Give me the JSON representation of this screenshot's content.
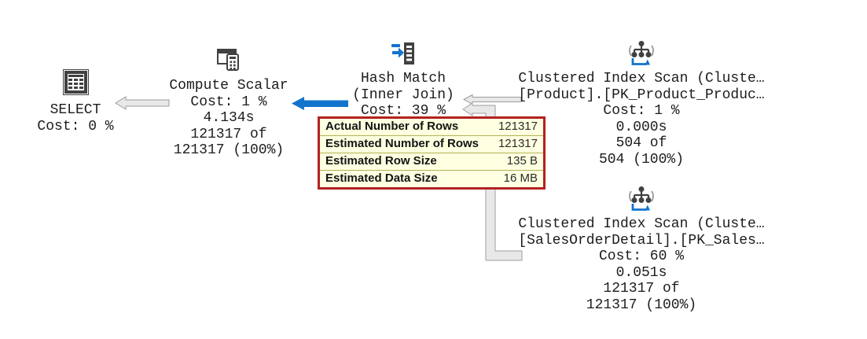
{
  "app": "execution-plan-view",
  "colors": {
    "background": "#ffffff",
    "node_text": "#1c1c1c",
    "icon_dark": "#414141",
    "accent_blue": "#1374cd",
    "arrow_fill": "#e8e8e8",
    "arrow_stroke": "#9e9e9e",
    "tooltip_bg": "#ffffe1",
    "tooltip_border": "#b22222",
    "tooltip_separator": "#b2b254"
  },
  "nodes": [
    {
      "id": "select",
      "icon": "result-grid-icon",
      "lines": [
        "SELECT",
        "Cost: 0 %"
      ]
    },
    {
      "id": "compute-scalar",
      "icon": "compute-scalar-icon",
      "lines": [
        "Compute Scalar",
        "Cost: 1 %",
        "4.134s",
        "121317 of",
        "121317 (100%)"
      ]
    },
    {
      "id": "hash-match",
      "icon": "hash-match-icon",
      "lines": [
        "Hash Match",
        "(Inner Join)",
        "Cost: 39 %"
      ]
    },
    {
      "id": "clustered-index-scan-product",
      "icon": "index-scan-icon",
      "lines": [
        "Clustered Index Scan (Cluste…",
        "[Product].[PK_Product_Produc…",
        "Cost: 1 %",
        "0.000s",
        "504 of",
        "504 (100%)"
      ]
    },
    {
      "id": "clustered-index-scan-salesorderdetail",
      "icon": "index-scan-icon",
      "lines": [
        "Clustered Index Scan (Cluste…",
        "[SalesOrderDetail].[PK_Sales…",
        "Cost: 60 %",
        "0.051s",
        "121317 of",
        "121317 (100%)"
      ]
    }
  ],
  "tooltip": {
    "rows": [
      {
        "label": "Actual Number of Rows",
        "value": "121317"
      },
      {
        "label": "Estimated Number of Rows",
        "value": "121317"
      },
      {
        "label": "Estimated Row Size",
        "value": "135 B"
      },
      {
        "label": "Estimated Data Size",
        "value": "16 MB"
      }
    ]
  }
}
